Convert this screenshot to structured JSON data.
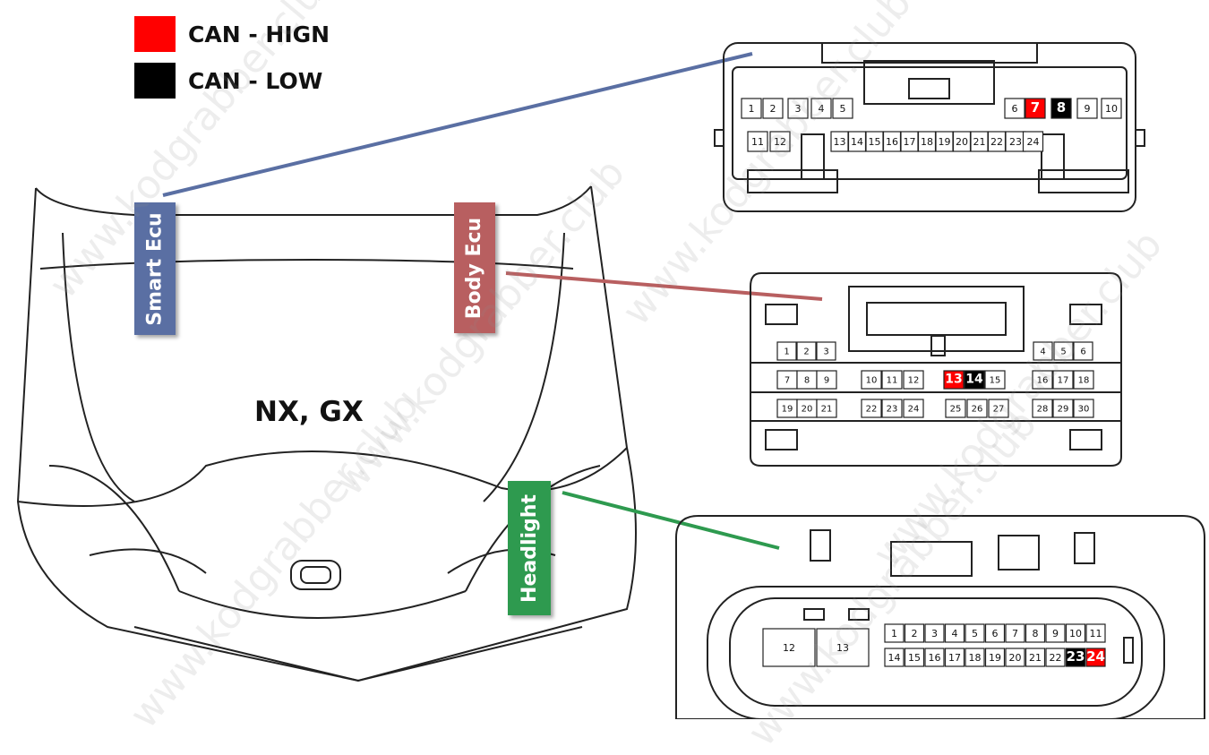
{
  "legend": {
    "items": [
      {
        "label": "CAN - HIGN",
        "color": "#ff0000"
      },
      {
        "label": "CAN - LOW",
        "color": "#000000"
      }
    ]
  },
  "model_label": "NX, GX",
  "tags": {
    "smart_ecu": {
      "label": "Smart Ecu",
      "color": "#5a6fa3"
    },
    "body_ecu": {
      "label": "Body Ecu",
      "color": "#b85f60"
    },
    "headlight": {
      "label": "Headlight",
      "color": "#2e9a4f"
    }
  },
  "connectors": {
    "smart_ecu": {
      "rows": [
        [
          "1",
          "2",
          "3",
          "4",
          "5",
          "6",
          "7",
          "8",
          "9",
          "10"
        ],
        [
          "11",
          "12",
          "13",
          "14",
          "15",
          "16",
          "17",
          "18",
          "19",
          "20",
          "21",
          "22",
          "23",
          "24"
        ]
      ],
      "can_high_pin": "7",
      "can_low_pin": "8"
    },
    "body_ecu": {
      "rows": [
        [
          "1",
          "2",
          "3",
          "4",
          "5",
          "6"
        ],
        [
          "7",
          "8",
          "9",
          "10",
          "11",
          "12",
          "13",
          "14",
          "15",
          "16",
          "17",
          "18"
        ],
        [
          "19",
          "20",
          "21",
          "22",
          "23",
          "24",
          "25",
          "26",
          "27",
          "28",
          "29",
          "30"
        ]
      ],
      "can_high_pin": "13",
      "can_low_pin": "14"
    },
    "headlight": {
      "rows": [
        [
          "12",
          "13"
        ],
        [
          "1",
          "2",
          "3",
          "4",
          "5",
          "6",
          "7",
          "8",
          "9",
          "10",
          "11"
        ],
        [
          "14",
          "15",
          "16",
          "17",
          "18",
          "19",
          "20",
          "21",
          "22",
          "23",
          "24"
        ]
      ],
      "can_high_pin": "24",
      "can_low_pin": "23"
    }
  },
  "watermark": "www.kodgrabber.club"
}
